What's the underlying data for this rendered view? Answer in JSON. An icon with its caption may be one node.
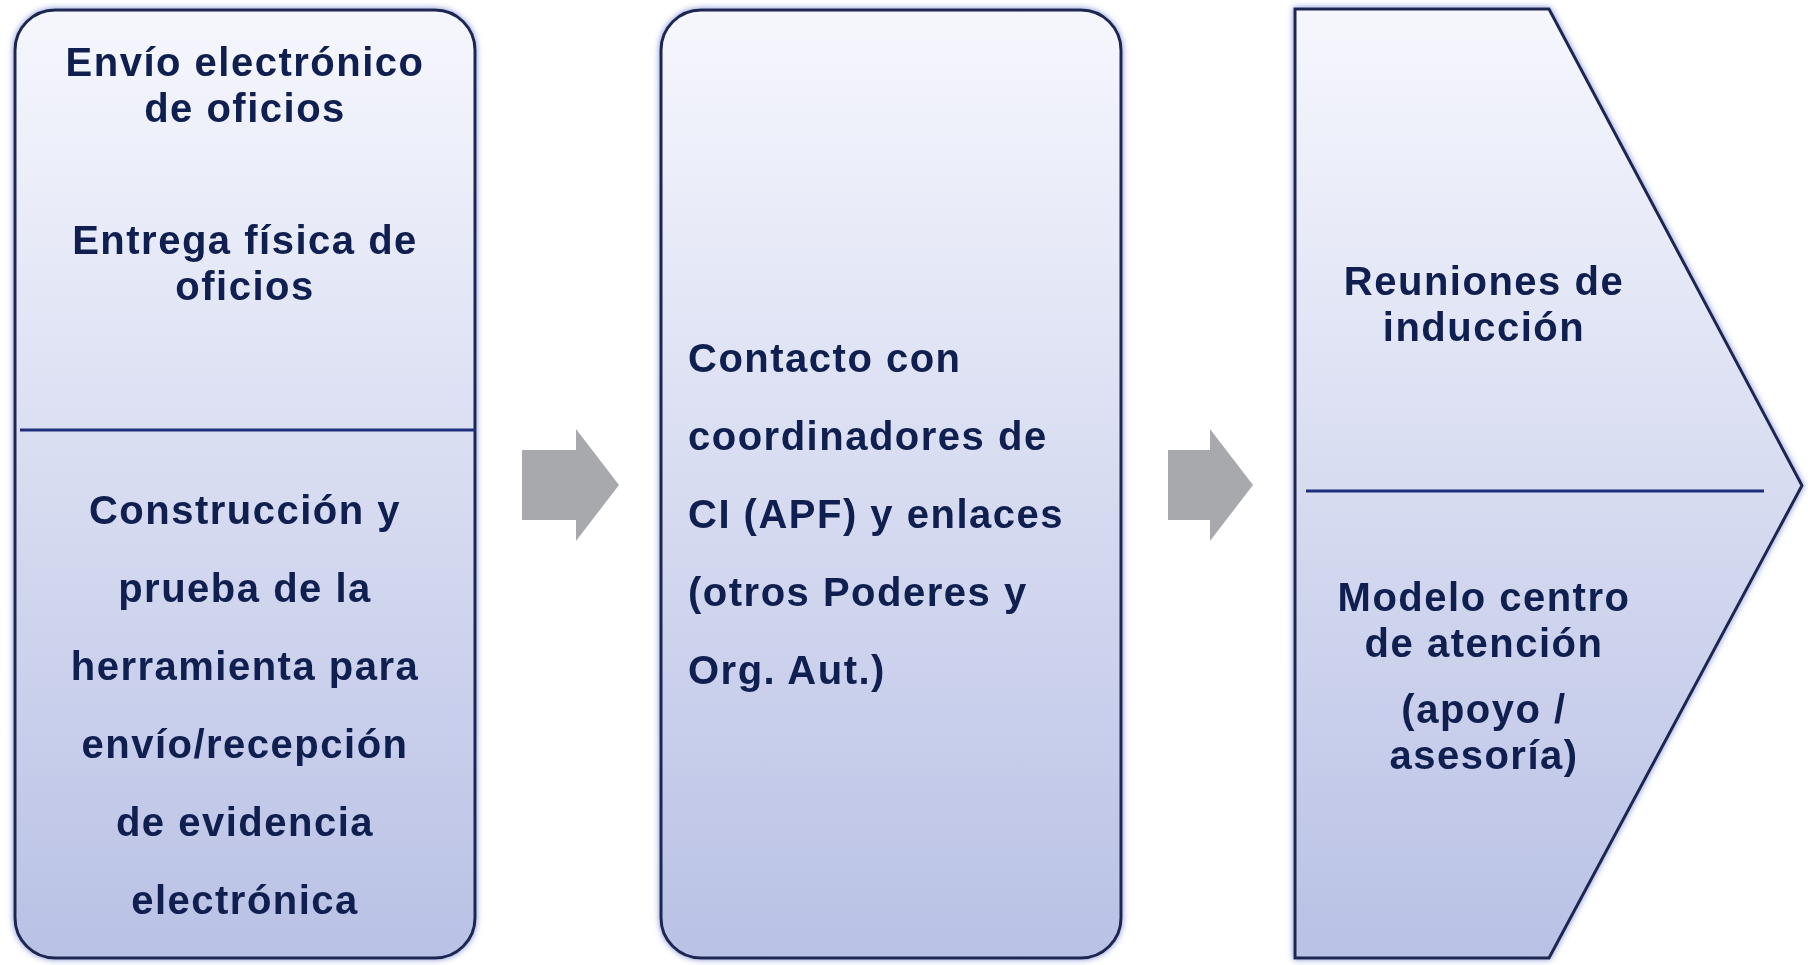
{
  "diagram": {
    "nodes": [
      {
        "text": [
          "Envío electrónico de oficios",
          "Entrega física de oficios",
          "Construcción y prueba de la herramienta para envío/recepción de evidencia electrónica"
        ]
      },
      {
        "text": [
          "Contacto con coordinadores de CI (APF) y enlaces (otros Poderes y Org. Aut.)"
        ]
      },
      {
        "text": [
          "Reuniones de inducción",
          "Modelo centro de atención",
          "(apoyo / asesoría)"
        ]
      }
    ],
    "edges": [
      {
        "from": 0,
        "to": 1,
        "arrow": "to"
      },
      {
        "from": 1,
        "to": 2,
        "arrow": "to"
      }
    ]
  }
}
